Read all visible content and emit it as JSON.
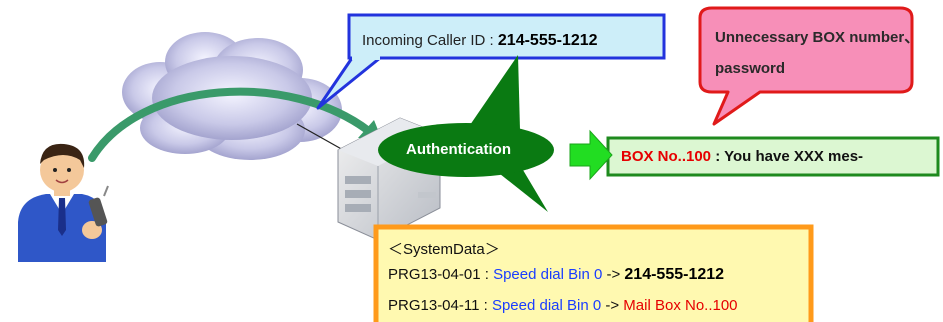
{
  "callout_caller": {
    "label": "Incoming Caller ID : ",
    "number": "214-555-1212"
  },
  "authentication": "Authentication",
  "callout_note": {
    "line1": "Unnecessary BOX number、",
    "line2": "password"
  },
  "result_box": {
    "box": "BOX No..100",
    "message": " : You have XXX mes-"
  },
  "system_data": {
    "header": "＜SystemData＞",
    "rows": [
      {
        "code": "PRG13-04-01 : ",
        "label": "Speed dial Bin 0",
        "arrow": " -> ",
        "value": "214-555-1212"
      },
      {
        "code": "PRG13-04-11 : ",
        "label": "Speed dial Bin 0",
        "arrow": " -> ",
        "value": "Mail Box No..100"
      }
    ]
  },
  "colors": {
    "caller_fill": "#cdeef9",
    "caller_border": "#2233dd",
    "auth_fill": "#0a7a12",
    "note_fill": "#f78fb8",
    "note_border": "#e01a1a",
    "result_fill": "#dcf7d2",
    "result_border": "#1e8a1e",
    "arrow_green": "#22dd22",
    "sys_fill": "#fff9b0",
    "sys_border": "#ff9a1a",
    "curve": "#3a9a6a"
  }
}
